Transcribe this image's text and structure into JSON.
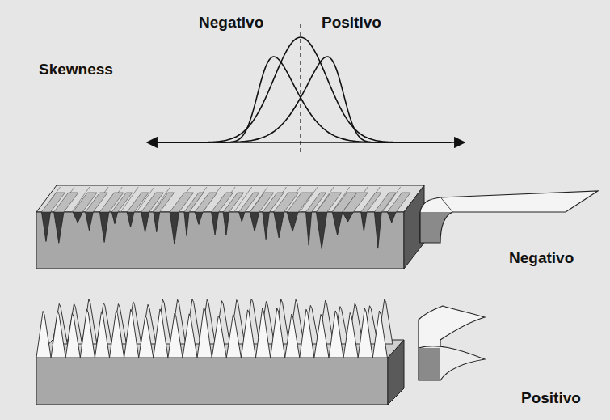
{
  "diagram": {
    "labels": [
      "Negativo",
      "Positivo",
      "Skewness",
      "Negativo",
      "Positivo"
    ]
  }
}
